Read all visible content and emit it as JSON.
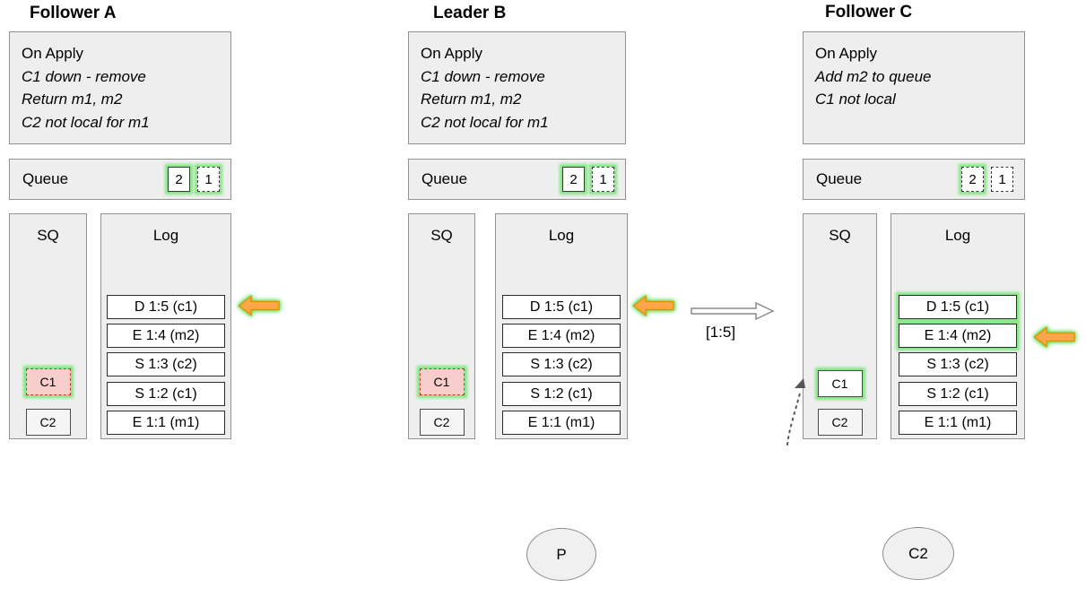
{
  "diagram": {
    "columns": [
      {
        "title": "Follower A",
        "on_apply": {
          "title": "On Apply",
          "lines": [
            "C1 down - remove",
            "Return m1, m2",
            "C2 not local for m1"
          ]
        },
        "queue": {
          "label": "Queue",
          "items": [
            "2",
            "1"
          ]
        },
        "sq": {
          "label": "SQ",
          "items": [
            "C1",
            "C2"
          ]
        },
        "log": {
          "label": "Log",
          "entries": [
            "D 1:5 (c1)",
            "E 1:4 (m2)",
            "S 1:3 (c2)",
            "S 1:2 (c1)",
            "E 1:1 (m1)"
          ]
        }
      },
      {
        "title": "Leader B",
        "on_apply": {
          "title": "On Apply",
          "lines": [
            "C1 down - remove",
            "Return m1, m2",
            "C2 not local for m1"
          ]
        },
        "queue": {
          "label": "Queue",
          "items": [
            "2",
            "1"
          ]
        },
        "sq": {
          "label": "SQ",
          "items": [
            "C1",
            "C2"
          ]
        },
        "log": {
          "label": "Log",
          "entries": [
            "D 1:5 (c1)",
            "E 1:4 (m2)",
            "S 1:3 (c2)",
            "S 1:2 (c1)",
            "E 1:1 (m1)"
          ]
        }
      },
      {
        "title": "Follower C",
        "on_apply": {
          "title": "On Apply",
          "lines": [
            "Add m2 to queue",
            "C1 not local"
          ]
        },
        "queue": {
          "label": "Queue",
          "items": [
            "2",
            "1"
          ]
        },
        "sq": {
          "label": "SQ",
          "items": [
            "C1",
            "C2"
          ]
        },
        "log": {
          "label": "Log",
          "entries": [
            "D 1:5 (c1)",
            "E 1:4 (m2)",
            "S 1:3 (c2)",
            "S 1:2 (c1)",
            "E 1:1 (m1)"
          ]
        }
      }
    ],
    "replication_arrow_label": "[1:5]",
    "nodes": [
      {
        "label": "P"
      },
      {
        "label": "C2"
      }
    ],
    "icons": {
      "apply_arrow": "orange-left-arrow",
      "replicate_arrow": "white-right-arrow",
      "pointer_arrow": "dotted-up-arrow"
    },
    "colors": {
      "box_fill": "#eeeeee",
      "box_border": "#929292",
      "glow_green": "#82e682",
      "arrow_orange": "#ffa64d",
      "arrow_orange_border": "#d79b00",
      "pink_fill": "#f8cecc",
      "pink_border": "#c0392b"
    }
  }
}
